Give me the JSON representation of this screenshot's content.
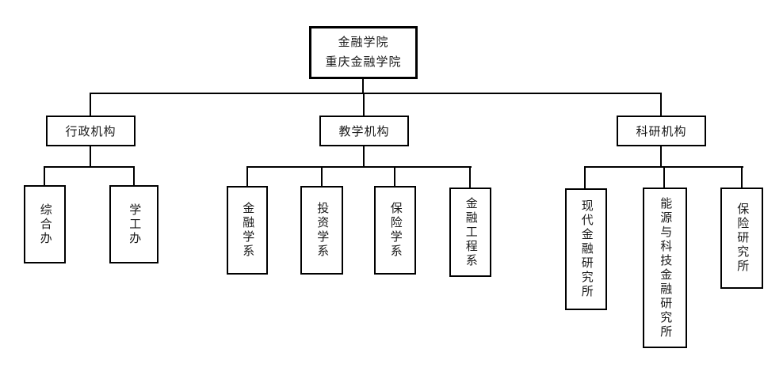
{
  "root": {
    "line1": "金融学院",
    "line2": "重庆金融学院"
  },
  "branches": [
    {
      "label": "行政机构",
      "children": [
        "综合办",
        "学工办"
      ]
    },
    {
      "label": "教学机构",
      "children": [
        "金融学系",
        "投资学系",
        "保险学系",
        "金融工程系"
      ]
    },
    {
      "label": "科研机构",
      "children": [
        "现代金融研究所",
        "能源与科技金融研究所",
        "保险研究所"
      ]
    }
  ],
  "colors": {
    "line": "#000000",
    "text": "#1a1a1a",
    "background": "#ffffff"
  }
}
